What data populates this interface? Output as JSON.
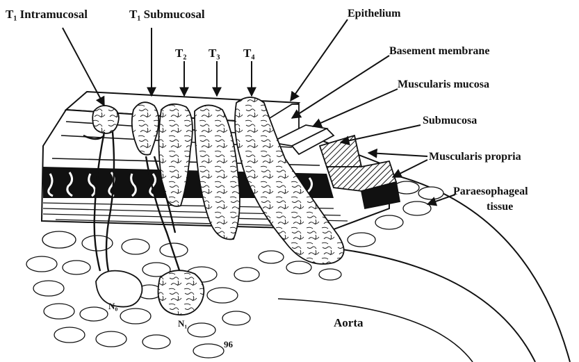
{
  "labels": {
    "t1_intramucosal": "T₁ Intramucosal",
    "t1_submucosal": "T₁ Submucosal",
    "t2": "T₂",
    "t3": "T₃",
    "t4": "T₄",
    "epithelium": "Epithelium",
    "basement_membrane": "Basement membrane",
    "muscularis_mucosa": "Muscularis mucosa",
    "submucosa": "Submucosa",
    "muscularis_propria": "Muscularis propria",
    "paraesophageal_line1": "Paraesophageal",
    "paraesophageal_line2": "tissue",
    "aorta": "Aorta",
    "n0": "N₀",
    "n1": "N₁"
  },
  "colors": {
    "ink": "#111111",
    "paper": "#ffffff"
  }
}
